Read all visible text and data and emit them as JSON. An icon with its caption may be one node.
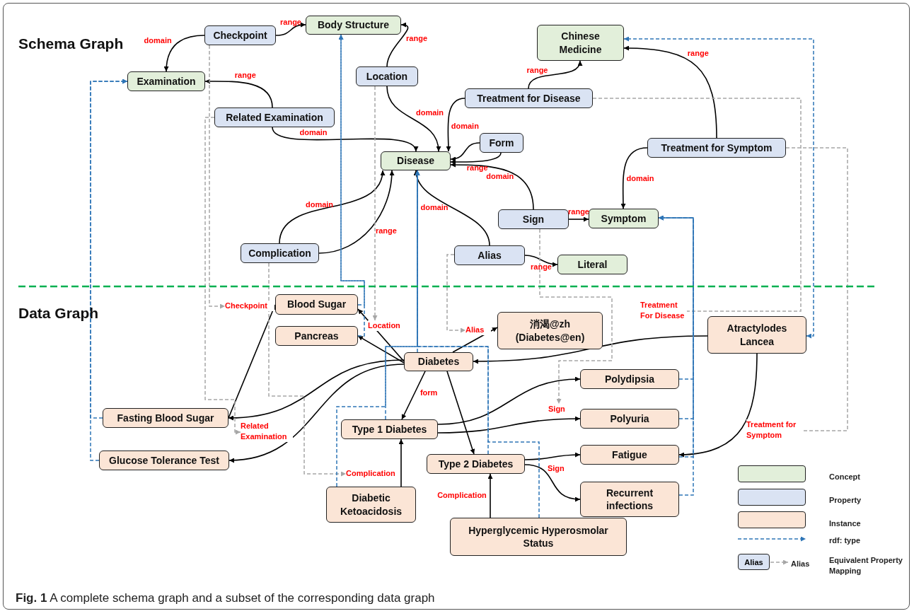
{
  "diagram": {
    "caption": "**Fig. 1** A complete schema graph and a subset of the corresponding data graph",
    "nodes": [
      {
        "text": [
          "Checkpoint"
        ]
      },
      {
        "text": [
          "Body Structure"
        ]
      },
      {
        "text": [
          "Examination"
        ]
      },
      {
        "text": [
          "Location"
        ]
      },
      {
        "text": [
          "Chinese Medicine"
        ]
      },
      {
        "text": [
          "Treatment for Disease"
        ]
      },
      {
        "text": [
          "Related Examination"
        ]
      },
      {
        "text": [
          "Disease"
        ]
      },
      {
        "text": [
          "Form"
        ]
      },
      {
        "text": [
          "Treatment for Symptom"
        ]
      },
      {
        "text": [
          "Sign"
        ]
      },
      {
        "text": [
          "Symptom"
        ]
      },
      {
        "text": [
          "Complication"
        ]
      },
      {
        "text": [
          "Alias"
        ]
      },
      {
        "text": [
          "Literal"
        ]
      },
      {
        "text": [
          "Blood Sugar"
        ]
      },
      {
        "text": [
          "Pancreas"
        ]
      },
      {
        "text": [
          "消渴@zh (Diabetes@en)"
        ]
      },
      {
        "text": [
          "Atractylodes Lancea"
        ]
      },
      {
        "text": [
          "Diabetes"
        ]
      },
      {
        "text": [
          "Polydipsia"
        ]
      },
      {
        "text": [
          "Fasting Blood Sugar"
        ]
      },
      {
        "text": [
          "Type 1 Diabetes"
        ]
      },
      {
        "text": [
          "Polyuria"
        ]
      },
      {
        "text": [
          "Glucose Tolerance Test"
        ]
      },
      {
        "text": [
          "Type 2 Diabetes"
        ]
      },
      {
        "text": [
          "Fatigue"
        ]
      },
      {
        "text": [
          "Diabetic Ketoacidosis"
        ]
      },
      {
        "text": [
          "Recurrent infections"
        ]
      },
      {
        "text": [
          "Hyperglycemic Hyperosmolar Status"
        ]
      },
      {
        "text": [
          "Checkpoint"
        ]
      },
      {
        "text": [
          "Location"
        ]
      },
      {
        "text": [
          "Alias"
        ]
      },
      {
        "text": [
          "Treatment For Disease"
        ]
      },
      {
        "text": [
          "Sign"
        ]
      },
      {
        "text": [
          "Related Examination"
        ]
      },
      {
        "text": [
          "Treatment for Symptom"
        ]
      },
      {
        "text": [
          "Complication"
        ]
      }
    ],
    "edges": [
      {
        "from": 0,
        "to": 2,
        "arrow": "to",
        "label": "domain"
      },
      {
        "from": 0,
        "to": 1,
        "arrow": "to",
        "label": "range"
      },
      {
        "from": 3,
        "to": 1,
        "arrow": "to",
        "label": "range"
      },
      {
        "from": 3,
        "to": 7,
        "arrow": "to",
        "label": "domain"
      },
      {
        "from": 6,
        "to": 2,
        "arrow": "to",
        "label": "range"
      },
      {
        "from": 6,
        "to": 7,
        "arrow": "to",
        "label": "domain"
      },
      {
        "from": 5,
        "to": 4,
        "arrow": "to",
        "label": "range"
      },
      {
        "from": 5,
        "to": 7,
        "arrow": "to",
        "label": "domain"
      },
      {
        "from": 8,
        "to": 7,
        "arrow": "to"
      },
      {
        "from": 8,
        "to": 7,
        "arrow": "to",
        "label": "range"
      },
      {
        "from": 9,
        "to": 4,
        "arrow": "to",
        "label": "range"
      },
      {
        "from": 9,
        "to": 11,
        "arrow": "to",
        "label": "domain"
      },
      {
        "from": 10,
        "to": 7,
        "arrow": "to",
        "label": "domain"
      },
      {
        "from": 10,
        "to": 11,
        "arrow": "to",
        "label": "range"
      },
      {
        "from": 12,
        "to": 7,
        "arrow": "to",
        "label": "domain"
      },
      {
        "from": 12,
        "to": 7,
        "arrow": "to",
        "label": "range"
      },
      {
        "from": 13,
        "to": 7,
        "arrow": "to",
        "label": "domain"
      },
      {
        "from": 13,
        "to": 14,
        "arrow": "to",
        "label": "range"
      },
      {
        "from": 21,
        "to": 15,
        "arrow": "to"
      },
      {
        "from": 19,
        "to": 15,
        "arrow": "to"
      },
      {
        "from": 19,
        "to": 16,
        "arrow": "to"
      },
      {
        "from": 19,
        "to": 17,
        "arrow": "to"
      },
      {
        "from": 18,
        "to": 19,
        "arrow": "to"
      },
      {
        "from": 19,
        "to": 21,
        "arrow": "to"
      },
      {
        "from": 19,
        "to": 24,
        "arrow": "to"
      },
      {
        "from": 19,
        "to": 22,
        "arrow": "to",
        "label": "form"
      },
      {
        "from": 19,
        "to": 25,
        "arrow": "to"
      },
      {
        "from": 22,
        "to": 20,
        "arrow": "to"
      },
      {
        "from": 22,
        "to": 23,
        "arrow": "to"
      },
      {
        "from": 25,
        "to": 26,
        "arrow": "to"
      },
      {
        "from": 25,
        "to": 28,
        "arrow": "to",
        "label": "Sign"
      },
      {
        "from": 27,
        "to": 22,
        "arrow": "to"
      },
      {
        "from": 29,
        "to": 25,
        "arrow": "to",
        "label": "Complication"
      },
      {
        "from": 18,
        "to": 26,
        "arrow": "to"
      },
      {
        "from": 0,
        "to": 30,
        "arrow": "to",
        "style": "dashed",
        "color": "#a6a6a6"
      },
      {
        "from": 6,
        "to": 35,
        "arrow": "to",
        "style": "dashed",
        "color": "#a6a6a6"
      },
      {
        "from": 3,
        "to": 31,
        "arrow": "to",
        "style": "dashed",
        "color": "#a6a6a6"
      },
      {
        "from": 12,
        "to": 37,
        "arrow": "to",
        "style": "dashed",
        "color": "#a6a6a6"
      },
      {
        "from": 13,
        "to": 32,
        "arrow": "to",
        "style": "dashed",
        "color": "#a6a6a6"
      },
      {
        "from": 10,
        "to": 34,
        "arrow": "to",
        "style": "dashed",
        "color": "#a6a6a6"
      },
      {
        "from": 5,
        "to": 33,
        "arrow": "to",
        "style": "dashed",
        "color": "#a6a6a6"
      },
      {
        "from": 9,
        "to": 36,
        "arrow": "to",
        "style": "dashed",
        "color": "#a6a6a6"
      },
      {
        "from": 21,
        "to": 2,
        "arrow": "to",
        "style": "dashed",
        "color": "#2e75b6"
      },
      {
        "from": 24,
        "to": 2,
        "arrow": "to",
        "style": "dashed",
        "color": "#2e75b6"
      },
      {
        "from": 15,
        "to": 1,
        "arrow": "to",
        "style": "dashed",
        "color": "#2e75b6"
      },
      {
        "from": 16,
        "to": 1,
        "arrow": "to",
        "style": "dashed",
        "color": "#2e75b6"
      },
      {
        "from": 19,
        "to": 7,
        "arrow": "to",
        "style": "dashed",
        "color": "#2e75b6"
      },
      {
        "from": 22,
        "to": 7,
        "arrow": "to",
        "style": "dashed",
        "color": "#2e75b6"
      },
      {
        "from": 27,
        "to": 7,
        "arrow": "to",
        "style": "dashed",
        "color": "#2e75b6"
      },
      {
        "from": 25,
        "to": 7,
        "arrow": "to",
        "style": "dashed",
        "color": "#2e75b6"
      },
      {
        "from": 29,
        "to": 7,
        "arrow": "to",
        "style": "dashed",
        "color": "#2e75b6"
      },
      {
        "from": 20,
        "to": 11,
        "arrow": "to",
        "style": "dashed",
        "color": "#2e75b6"
      },
      {
        "from": 23,
        "to": 11,
        "arrow": "to",
        "style": "dashed",
        "color": "#2e75b6"
      },
      {
        "from": 26,
        "to": 11,
        "arrow": "to",
        "style": "dashed",
        "color": "#2e75b6"
      },
      {
        "from": 28,
        "to": 11,
        "arrow": "to",
        "style": "dashed",
        "color": "#2e75b6"
      },
      {
        "from": 18,
        "to": 4,
        "arrow": "both",
        "style": "dashed",
        "color": "#2e75b6"
      }
    ],
    "labels": [
      "Schema Graph",
      "Data Graph",
      "Alias",
      "Alias"
    ],
    "legend": [
      {
        "text": "Concept",
        "color": "#e2efda"
      },
      {
        "text": "Property",
        "color": "#dae3f3"
      },
      {
        "text": "Instance",
        "color": "#fbe5d6"
      },
      {
        "text": "rdf: type"
      },
      {
        "text": "Equivalent Property Mapping"
      }
    ]
  }
}
